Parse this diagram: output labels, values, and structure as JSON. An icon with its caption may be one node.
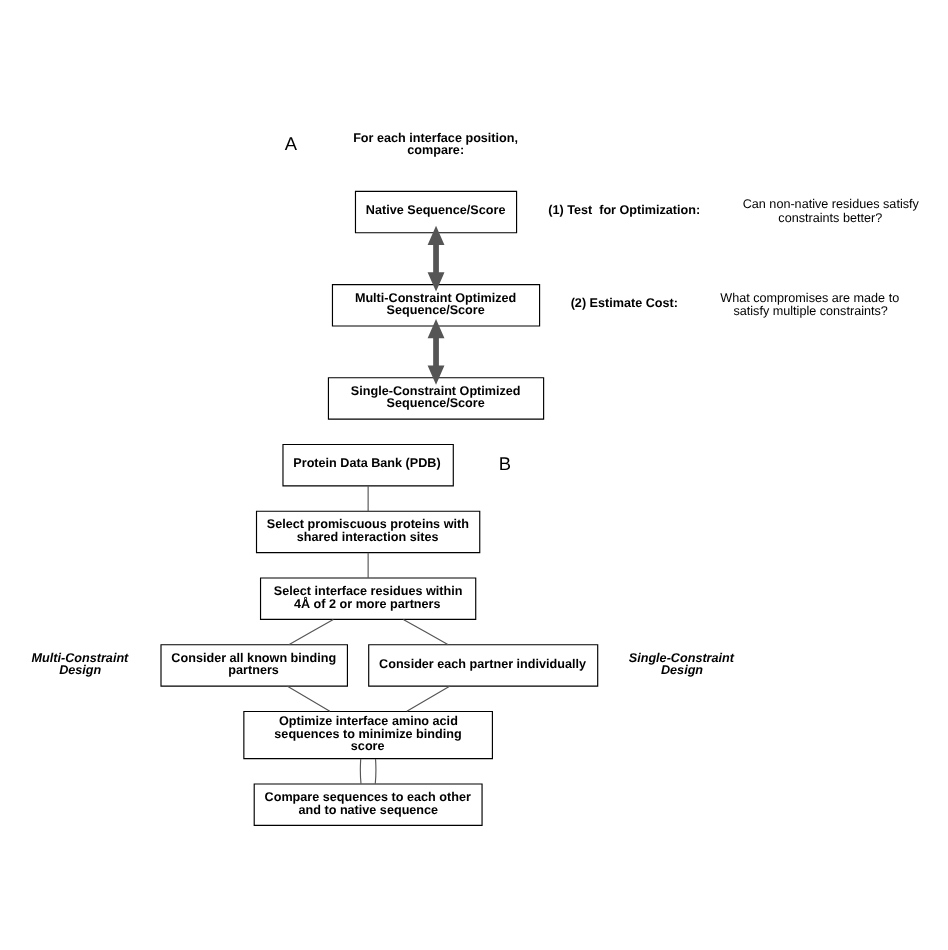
{
  "diagram": {
    "nodes": [
      {
        "text": [
          "Native Sequence/Score"
        ]
      },
      {
        "text": [
          "Multi-Constraint Optimized Sequence/Score"
        ]
      },
      {
        "text": [
          "Single-Constraint Optimized Sequence/Score"
        ]
      },
      {
        "text": [
          "Protein Data Bank (PDB)"
        ]
      },
      {
        "text": [
          "Select promiscuous proteins with shared interaction sites"
        ]
      },
      {
        "text": [
          "Select interface residues within 4Å of 2 or more partners"
        ]
      },
      {
        "text": [
          "Consider all known binding partners"
        ]
      },
      {
        "text": [
          "Consider each partner individually"
        ]
      },
      {
        "text": [
          "Optimize interface amino acid sequences to minimize binding score"
        ]
      },
      {
        "text": [
          "Compare sequences to each other and to native sequence"
        ]
      }
    ],
    "edges": [
      {
        "from": 0,
        "to": 1,
        "arrow": "both",
        "style": "thick"
      },
      {
        "from": 1,
        "to": 2,
        "arrow": "both",
        "style": "thick"
      },
      {
        "from": 3,
        "to": 4,
        "arrow": "none"
      },
      {
        "from": 4,
        "to": 5,
        "arrow": "none"
      },
      {
        "from": 5,
        "to": 6,
        "arrow": "none"
      },
      {
        "from": 5,
        "to": 7,
        "arrow": "none"
      },
      {
        "from": 6,
        "to": 8,
        "arrow": "none"
      },
      {
        "from": 7,
        "to": 8,
        "arrow": "none"
      },
      {
        "from": 8,
        "to": 9,
        "arrow": "none"
      },
      {
        "from": 8,
        "to": 9,
        "arrow": "none"
      }
    ],
    "labels": [
      "A",
      "For each interface position, compare:",
      "(1) Test  for Optimization:",
      "Can non-native residues satisfy constraints better?",
      "(2) Estimate Cost:",
      "What compromises are made to satisfy multiple constraints?",
      "B",
      "Multi-Constraint Design",
      "Single-Constraint Design"
    ]
  }
}
